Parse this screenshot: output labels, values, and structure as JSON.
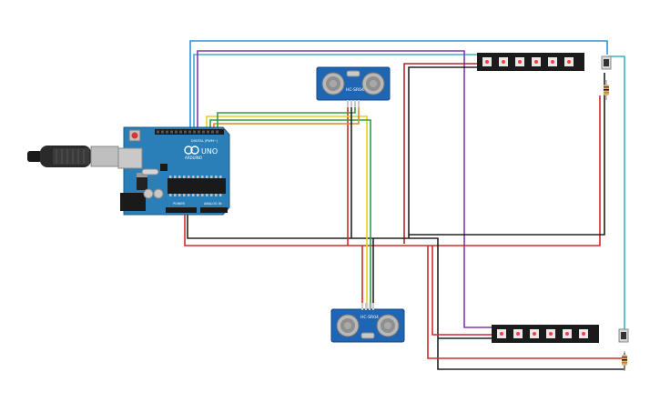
{
  "board": {
    "name": "UNO",
    "brand": "ARDUINO",
    "digital_label": "DIGITAL (PWM~)",
    "power_label": "POWER",
    "analog_label": "ANALOG IN"
  },
  "sensors": [
    {
      "label": "HC-SR04"
    },
    {
      "label": "HC-SR04"
    }
  ],
  "led_strips": [
    {
      "pixels": 6
    },
    {
      "pixels": 6
    }
  ],
  "colors": {
    "board": "#2a7fb8",
    "sensor": "#1e66b3",
    "strip": "#1b1b1b",
    "wire_red": "#d42a2a",
    "wire_black": "#222222",
    "wire_blue": "#2f95d6",
    "wire_teal": "#3fb0c4",
    "wire_purple": "#7a3fb0",
    "wire_dark_red": "#9b1f1f",
    "wire_yellow": "#e8d020",
    "wire_green": "#2ea043",
    "wire_orange": "#e08a20"
  }
}
